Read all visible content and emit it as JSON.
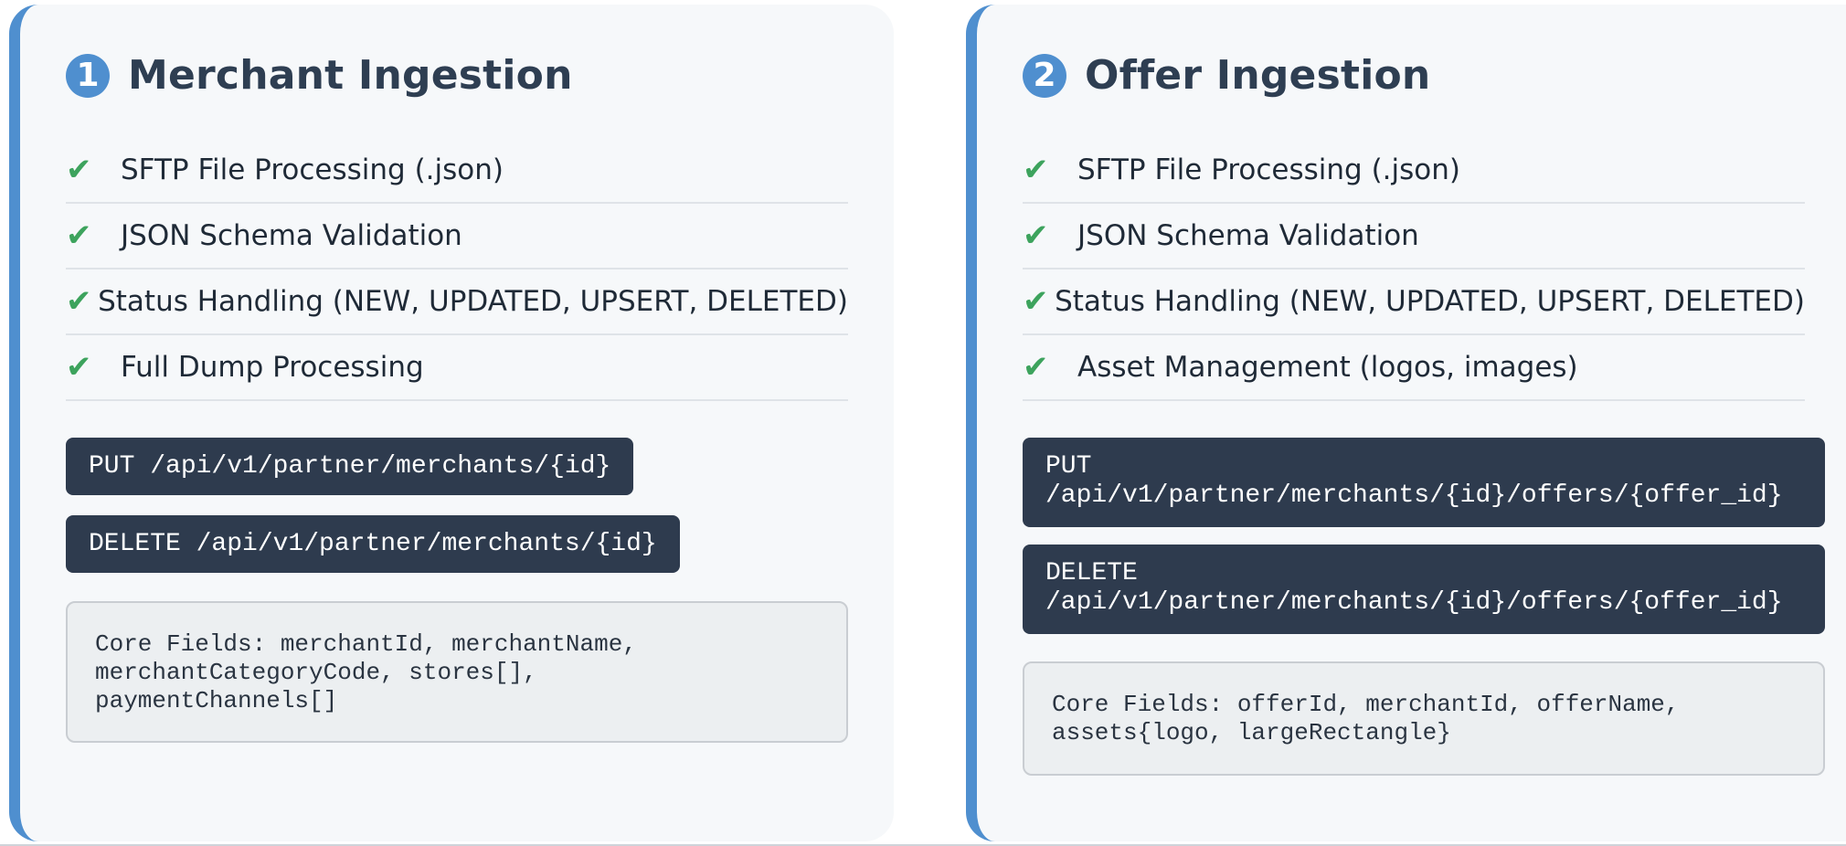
{
  "cards": [
    {
      "number": "1",
      "title": "Merchant Ingestion",
      "features": [
        "SFTP File Processing (.json)",
        "JSON Schema Validation",
        "Status Handling (NEW, UPDATED, UPSERT, DELETED)",
        "Full Dump Processing"
      ],
      "endpoints": [
        "PUT /api/v1/partner/merchants/{id}",
        "DELETE /api/v1/partner/merchants/{id}"
      ],
      "core_fields": "Core Fields: merchantId, merchantName,\nmerchantCategoryCode, stores[],\npaymentChannels[]"
    },
    {
      "number": "2",
      "title": "Offer Ingestion",
      "features": [
        "SFTP File Processing (.json)",
        "JSON Schema Validation",
        "Status Handling (NEW, UPDATED, UPSERT, DELETED)",
        "Asset Management (logos, images)"
      ],
      "endpoints": [
        "PUT\n/api/v1/partner/merchants/{id}/offers/{offer_id}",
        "DELETE\n/api/v1/partner/merchants/{id}/offers/{offer_id}"
      ],
      "core_fields": "Core Fields: offerId, merchantId, offerName,\nassets{logo, largeRectangle}"
    }
  ],
  "check_icon": "check-icon",
  "colors": {
    "accent": "#4f8fcf",
    "check": "#3da35d",
    "title": "#2e3e52",
    "endpoint_bg": "#2e3b4e",
    "card_bg": "#f6f8fa"
  }
}
